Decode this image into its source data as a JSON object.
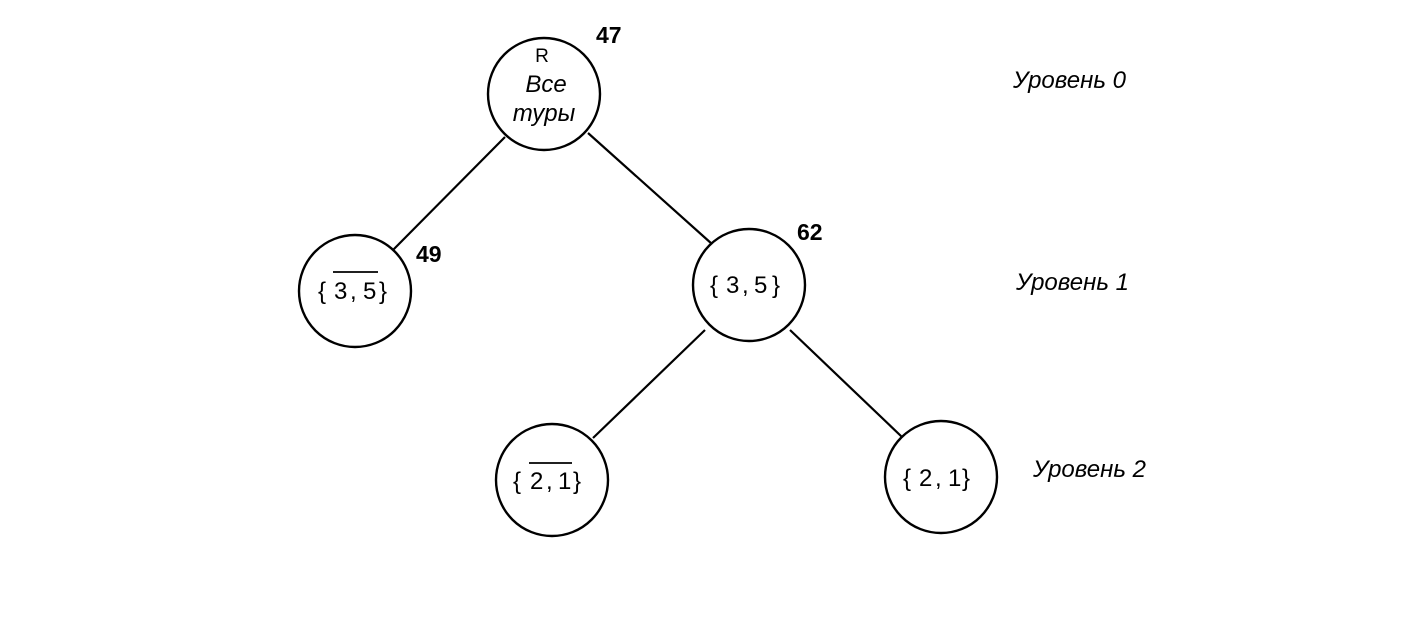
{
  "tree": {
    "root": {
      "letter": "R",
      "line1": "Все",
      "line2": "туры",
      "cost": "47"
    },
    "left_child": {
      "open": "{",
      "a": "3",
      "sep": ",",
      "b": "5",
      "close": "}",
      "negated": true,
      "cost": "49"
    },
    "right_child": {
      "open": "{",
      "a": "3",
      "sep": ",",
      "b": "5",
      "close": "}",
      "negated": false,
      "cost": "62"
    },
    "grand_left": {
      "open": "{",
      "a": "2",
      "sep": ",",
      "b": "1",
      "close": "}",
      "negated": true
    },
    "grand_right": {
      "open": "{",
      "a": "2",
      "sep": ",",
      "b": "1",
      "close": "}",
      "negated": false
    }
  },
  "levels": {
    "level0": "Уровень 0",
    "level1": "Уровень 1",
    "level2": "Уровень 2"
  }
}
